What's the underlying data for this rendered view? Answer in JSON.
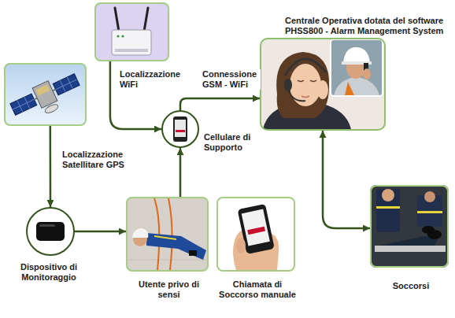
{
  "diagram": {
    "nodes": [
      {
        "text": [
          "Localizzazione WiFi"
        ]
      },
      {
        "text": [
          "Centrale Operativa dotata del software PHSS800 - Alarm Management System"
        ]
      },
      {
        "text": [
          "Localizzazione Satellitare GPS"
        ]
      },
      {
        "text": [
          "Cellulare di Supporto"
        ]
      },
      {
        "text": [
          "Dispositivo di Monitoraggio"
        ]
      },
      {
        "text": [
          "Utente privo di sensi"
        ]
      },
      {
        "text": [
          "Chiamata di Soccorso manuale"
        ]
      },
      {
        "text": [
          "Soccorsi"
        ]
      }
    ],
    "edges": [
      {
        "from": 2,
        "to": 4,
        "arrow": "to"
      },
      {
        "from": 4,
        "to": 5,
        "arrow": "to"
      },
      {
        "from": 5,
        "to": 3,
        "arrow": "to"
      },
      {
        "from": 0,
        "to": 3,
        "arrow": "to"
      },
      {
        "from": 3,
        "to": 1,
        "label": "Connessione GSM - WiFi",
        "arrow": "to"
      },
      {
        "from": 1,
        "to": 7,
        "arrow": "both"
      }
    ]
  }
}
